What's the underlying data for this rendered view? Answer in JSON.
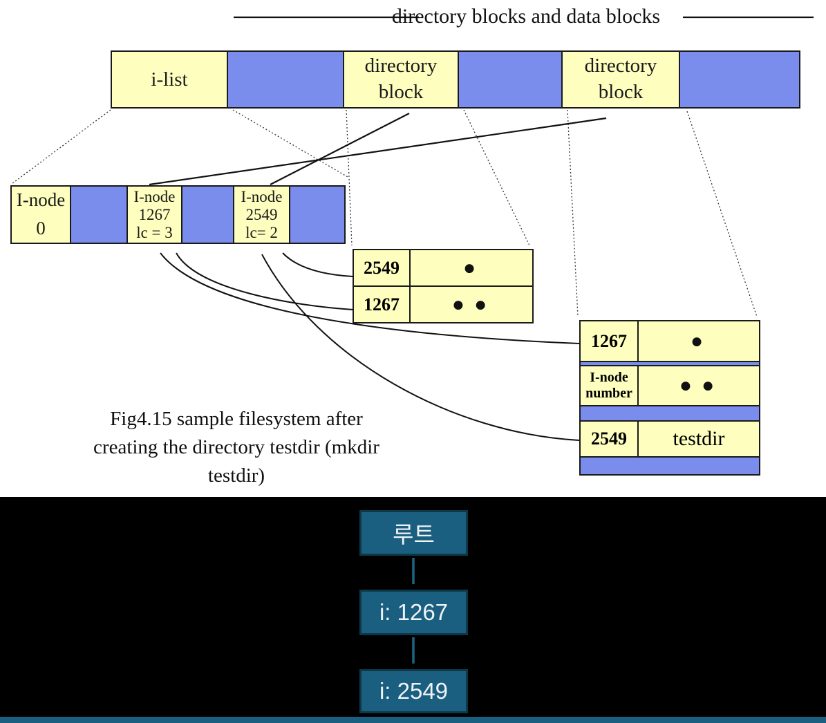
{
  "header": {
    "title": "directory blocks and data blocks"
  },
  "top_bar": {
    "cells": [
      {
        "lines": [
          "i-list"
        ],
        "fill": "yellow"
      },
      {
        "lines": [],
        "fill": "blue"
      },
      {
        "lines": [
          "directory",
          "block"
        ],
        "fill": "yellow"
      },
      {
        "lines": [],
        "fill": "blue"
      },
      {
        "lines": [
          "directory",
          "block"
        ],
        "fill": "yellow"
      },
      {
        "lines": [],
        "fill": "blue"
      }
    ]
  },
  "inode_bar": {
    "cells": [
      {
        "lines": [
          "I-node",
          "0"
        ],
        "fill": "yellow"
      },
      {
        "lines": [],
        "fill": "blue"
      },
      {
        "lines": [
          "I-node",
          "1267",
          "lc = 3"
        ],
        "fill": "yellow"
      },
      {
        "lines": [],
        "fill": "blue"
      },
      {
        "lines": [
          "I-node",
          "2549",
          "lc= 2"
        ],
        "fill": "yellow"
      },
      {
        "lines": [],
        "fill": "blue"
      }
    ]
  },
  "table1": {
    "rows": [
      {
        "num": "2549",
        "dots": "●"
      },
      {
        "num": "1267",
        "dots": "● ●"
      }
    ]
  },
  "table2": {
    "row1": {
      "num": "1267",
      "dots": "●"
    },
    "row2": {
      "label_lines": [
        "I-node",
        "number"
      ],
      "dots": "● ●"
    },
    "row3": {
      "num": "2549",
      "name": "testdir"
    }
  },
  "caption": {
    "lines": [
      "Fig4.15 sample filesystem after",
      "creating the directory testdir (mkdir",
      "testdir)"
    ]
  },
  "tree": {
    "nodes": [
      {
        "label": "루트"
      },
      {
        "label": "i: 1267"
      },
      {
        "label": "i: 2549"
      }
    ]
  },
  "colors": {
    "yellow": "#feffbf",
    "blue": "#7a8cec",
    "teal": "#1b5f80",
    "teal_border": "#0e3848",
    "teal_arrow": "#1d6585"
  }
}
